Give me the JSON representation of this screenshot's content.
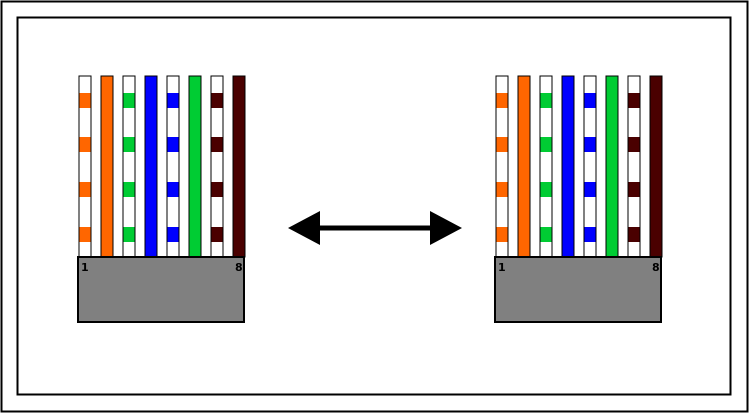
{
  "colors": {
    "page_background": "#ffffff",
    "frame_stroke": "#000000",
    "plug_body": "#808080",
    "orange": "#ff6600",
    "green": "#00cc33",
    "blue": "#0000ff",
    "brown": "#4a0000",
    "white": "#ffffff",
    "arrow": "#000000"
  },
  "connectors": [
    {
      "name": "left-connector",
      "pin_first_label": "1",
      "pin_last_label": "8",
      "wires": [
        {
          "pin": 1,
          "color": "orange",
          "striped": true
        },
        {
          "pin": 2,
          "color": "orange",
          "striped": false
        },
        {
          "pin": 3,
          "color": "green",
          "striped": true
        },
        {
          "pin": 4,
          "color": "blue",
          "striped": false
        },
        {
          "pin": 5,
          "color": "blue",
          "striped": true
        },
        {
          "pin": 6,
          "color": "green",
          "striped": false
        },
        {
          "pin": 7,
          "color": "brown",
          "striped": true
        },
        {
          "pin": 8,
          "color": "brown",
          "striped": false
        }
      ]
    },
    {
      "name": "right-connector",
      "pin_first_label": "1",
      "pin_last_label": "8",
      "wires": [
        {
          "pin": 1,
          "color": "orange",
          "striped": true
        },
        {
          "pin": 2,
          "color": "orange",
          "striped": false
        },
        {
          "pin": 3,
          "color": "green",
          "striped": true
        },
        {
          "pin": 4,
          "color": "blue",
          "striped": false
        },
        {
          "pin": 5,
          "color": "blue",
          "striped": true
        },
        {
          "pin": 6,
          "color": "green",
          "striped": false
        },
        {
          "pin": 7,
          "color": "brown",
          "striped": true
        },
        {
          "pin": 8,
          "color": "brown",
          "striped": false
        }
      ]
    }
  ],
  "connection": {
    "type": "double-headed-arrow"
  }
}
